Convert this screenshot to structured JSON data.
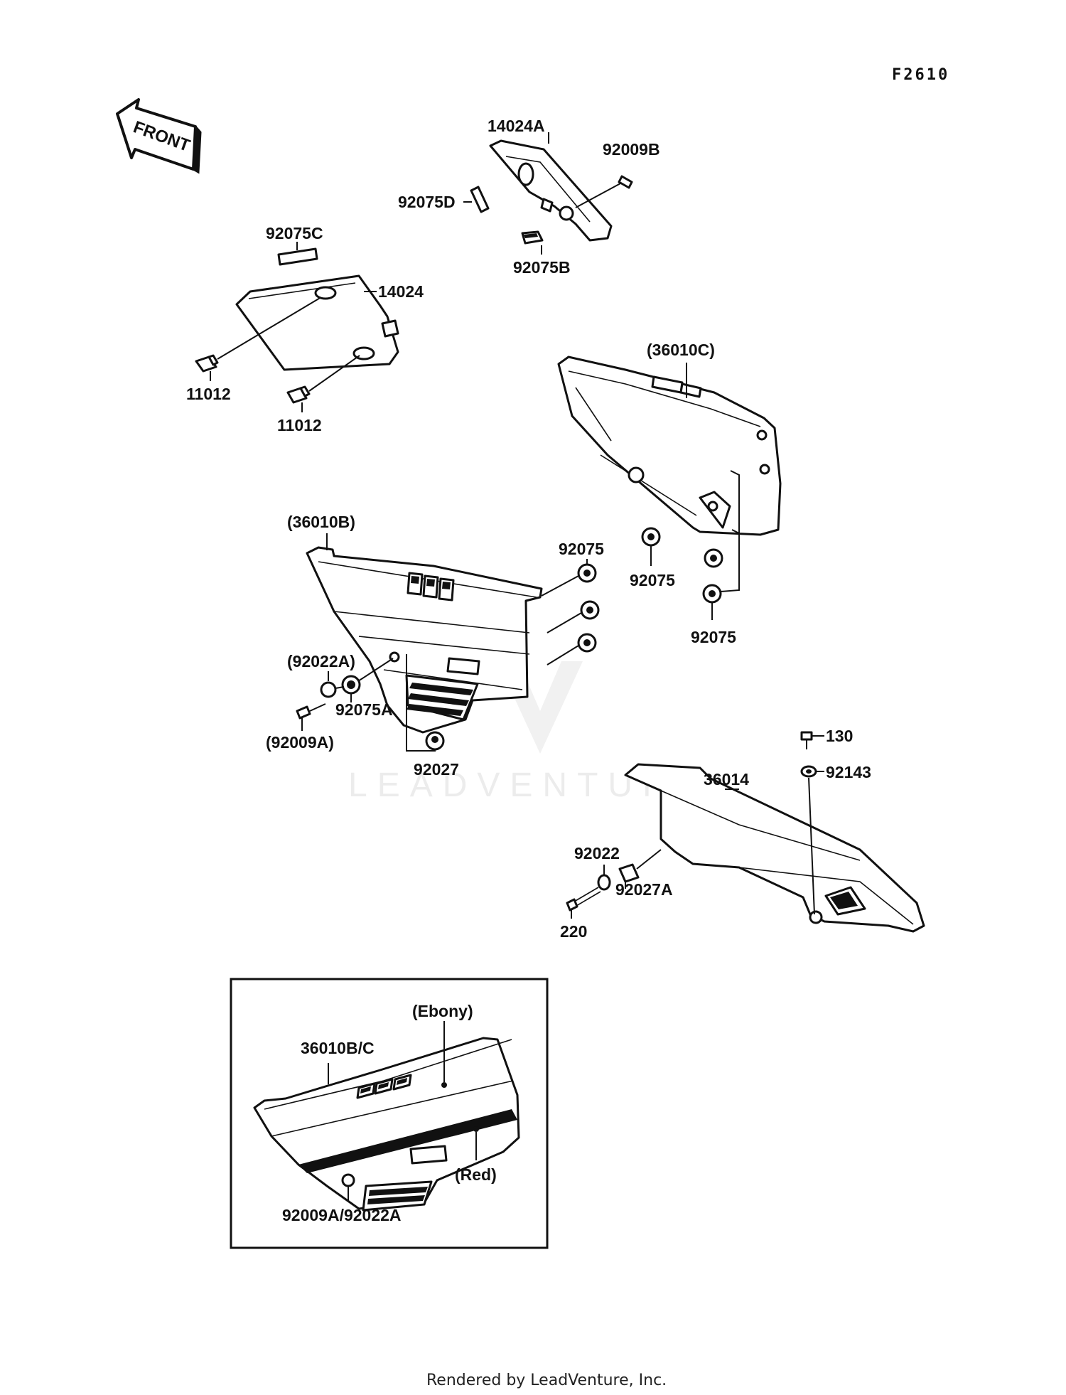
{
  "figure_code": "F2610",
  "front_arrow_label": "FRONT",
  "watermark": "LEADVENTURE",
  "footer": "Rendered by LeadVenture, Inc.",
  "callouts": {
    "p14024A": "14024A",
    "p92009B": "92009B",
    "p92075D": "92075D",
    "p92075B": "92075B",
    "p92075C": "92075C",
    "p14024": "14024",
    "p11012_a": "11012",
    "p11012_b": "11012",
    "p36010C": "(36010C)",
    "p36010B": "(36010B)",
    "p92075_a": "92075",
    "p92075_b": "92075",
    "p92075_c": "92075",
    "p92022A": "(92022A)",
    "p92075A": "92075A",
    "p92009A": "(92009A)",
    "p92027": "92027",
    "p130": "130",
    "p92143": "92143",
    "p36014": "36014",
    "p92022": "92022",
    "p92027A": "92027A",
    "p220": "220"
  },
  "inset": {
    "ebony": "(Ebony)",
    "part": "36010B/C",
    "red": "(Red)",
    "hardware": "92009A/92022A"
  }
}
